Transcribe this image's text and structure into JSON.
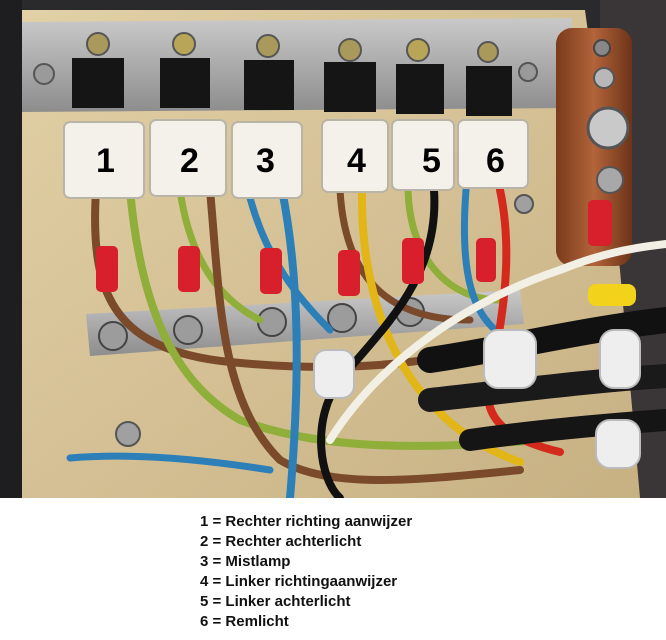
{
  "photo": {
    "connector_numbers": [
      "1",
      "2",
      "3",
      "4",
      "5",
      "6"
    ]
  },
  "legend": {
    "items": [
      "1 = Rechter richting aanwijzer",
      "2 = Rechter achterlicht",
      "3 = Mistlamp",
      "4 = Linker richtingaanwijzer",
      "5 = Linker achterlicht",
      "6 = Remlicht"
    ]
  },
  "colors": {
    "board": "#d6c296",
    "housing": "#2a2a2c",
    "wire_brown": "#7a4a2a",
    "wire_blue": "#2d7fb8",
    "wire_green_yellow": "#8fae3a",
    "wire_yellow": "#e2b616",
    "wire_black": "#111111",
    "wire_white": "#f2efe4",
    "wire_red": "#d42a1e",
    "ring_terminal": "#d81f2c"
  }
}
